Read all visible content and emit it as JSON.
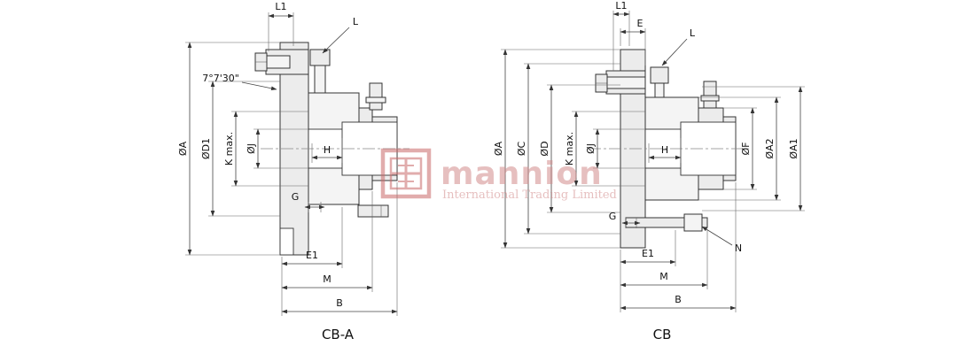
{
  "views": {
    "left": {
      "caption": "CB-A",
      "dims": {
        "l1": "L1",
        "l": "L",
        "angle": "7°7'30\"",
        "dA": "ØA",
        "dD1": "ØD1",
        "kmax": "K max.",
        "dJ": "ØJ",
        "h": "H",
        "g": "G",
        "e1": "E1",
        "m": "M",
        "b": "B"
      }
    },
    "right": {
      "caption": "CB",
      "dims": {
        "l1": "L1",
        "e": "E",
        "l": "L",
        "dA": "ØA",
        "dC": "ØC",
        "dD": "ØD",
        "kmax": "K max.",
        "dJ": "ØJ",
        "h": "H",
        "dF": "ØF",
        "dA2": "ØA2",
        "dA1": "ØA1",
        "g": "G",
        "n": "N",
        "e1": "E1",
        "m": "M",
        "b": "B"
      }
    }
  },
  "watermark": {
    "brand": "mannion",
    "subtitle": "International Trading Limited",
    "text_color": "#d28b8b",
    "logo_color": "#c96a6a"
  }
}
